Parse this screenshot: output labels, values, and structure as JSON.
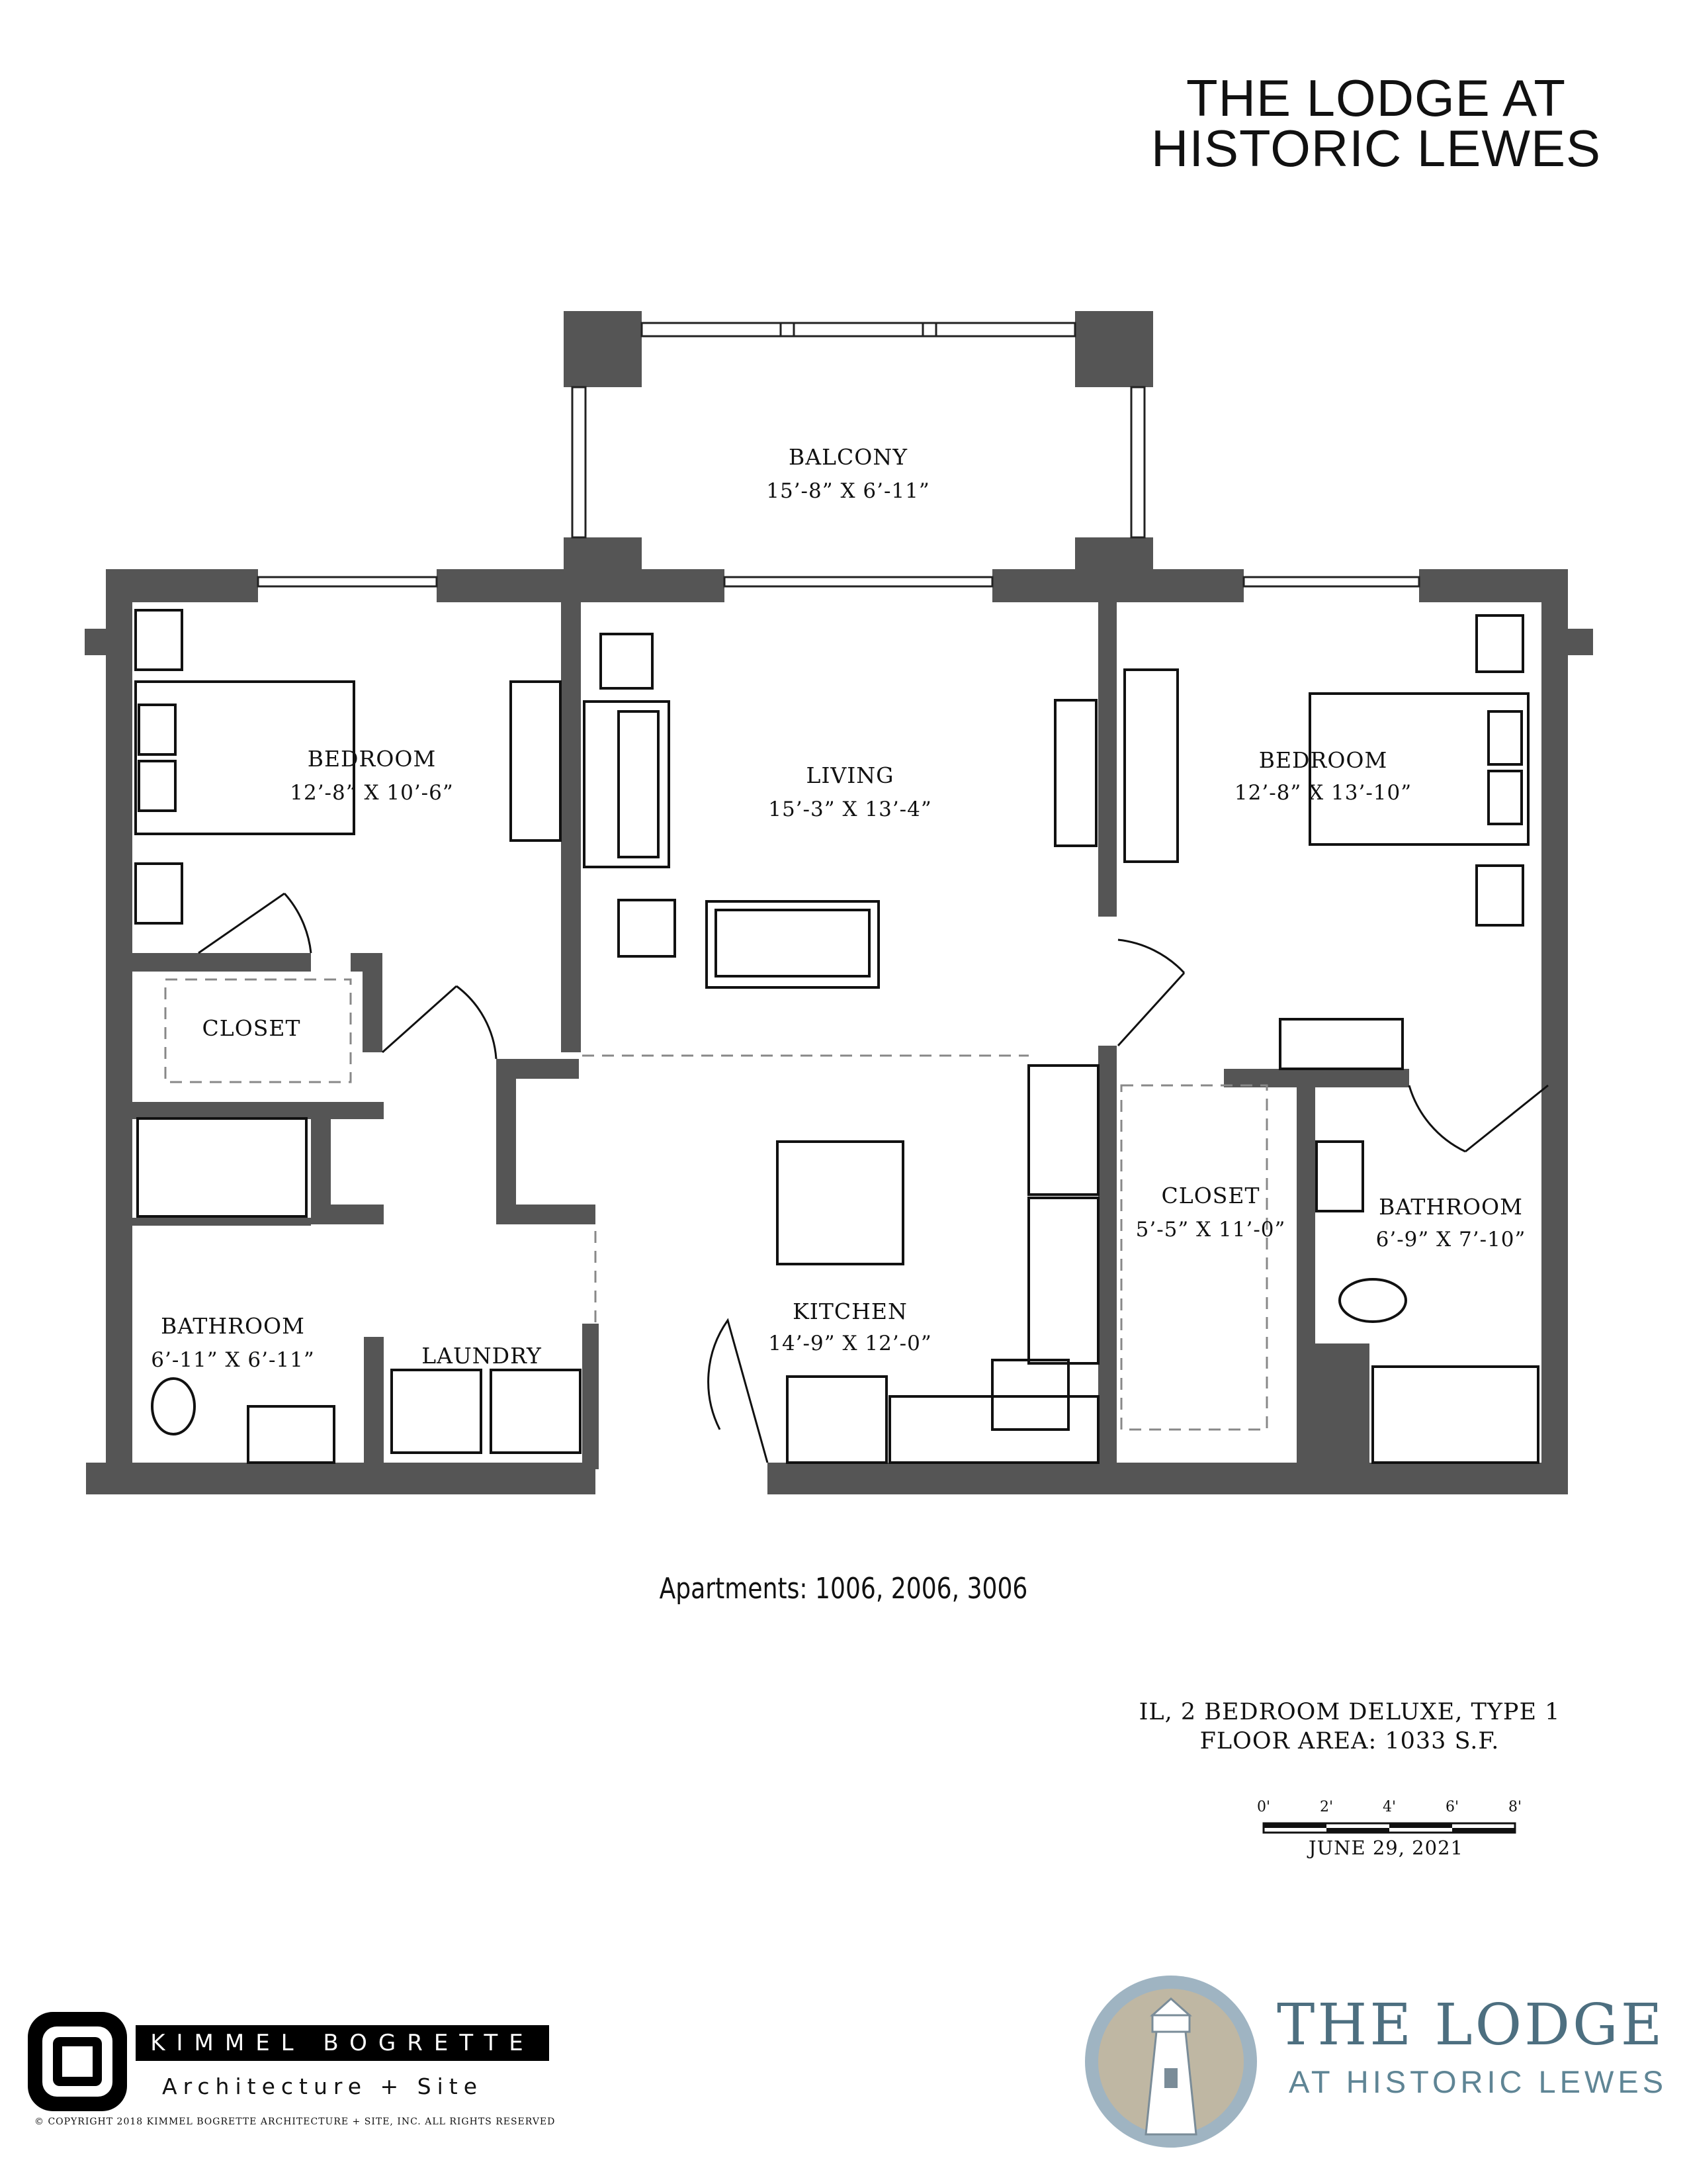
{
  "title_line1": "THE LODGE AT",
  "title_line2": "HISTORIC LEWES",
  "rooms": {
    "balcony": {
      "name": "BALCONY",
      "dims": "15’-8” X 6’-11”"
    },
    "bedroom_left": {
      "name": "BEDROOM",
      "dims": "12’-8” X 10’-6”"
    },
    "living": {
      "name": "LIVING",
      "dims": "15’-3” X 13’-4”"
    },
    "bedroom_right": {
      "name": "BEDROOM",
      "dims": "12’-8” X 13’-10”"
    },
    "closet_left": {
      "name": "CLOSET"
    },
    "closet_right": {
      "name": "CLOSET",
      "dims": "5’-5” X 11’-0”"
    },
    "bathroom_right": {
      "name": "BATHROOM",
      "dims": "6’-9” X 7’-10”"
    },
    "kitchen": {
      "name": "KITCHEN",
      "dims": "14’-9” X 12’-0”"
    },
    "bathroom_left": {
      "name": "BATHROOM",
      "dims": "6’-11” X 6’-11”"
    },
    "laundry": {
      "name": "LAUNDRY"
    }
  },
  "apartments": "Apartments: 1006, 2006, 3006",
  "unit_type": "IL, 2 BEDROOM DELUXE, TYPE 1",
  "floor_area": "FLOOR AREA: 1033 S.F.",
  "scale_labels": [
    "0'",
    "2'",
    "4'",
    "6'",
    "8'"
  ],
  "date": "JUNE 29, 2021",
  "architect": {
    "name": "KIMMEL BOGRETTE",
    "tagline": "Architecture + Site",
    "copyright": "© COPYRIGHT 2018 KIMMEL BOGRETTE ARCHITECTURE + SITE, INC. ALL RIGHTS RESERVED"
  },
  "lodge_logo": {
    "line1": "THE LODGE",
    "line2": "AT HISTORIC LEWES"
  },
  "colors": {
    "wall": "#555555",
    "line": "#111111",
    "logo_blue": "#4d6f80"
  }
}
